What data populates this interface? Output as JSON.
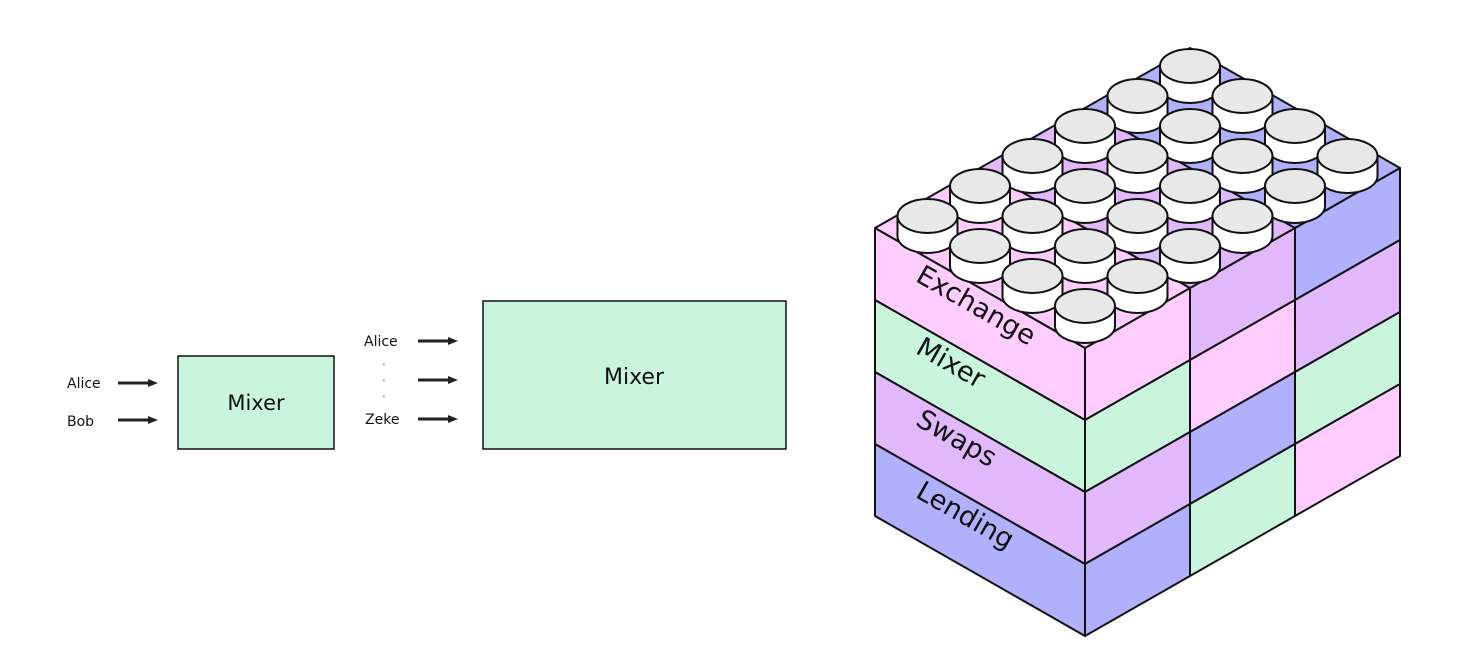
{
  "colors": {
    "mixer_fill": "#c8f5dc",
    "exchange": "#ffccff",
    "mixer": "#c8f5dc",
    "swaps": "#e2b8fd",
    "lending": "#b0b0fd",
    "stud_top": "#e8e8e8",
    "stud_side": "#ffffff",
    "stroke": "#111111"
  },
  "small_mixer": {
    "label": "Mixer",
    "inputs": [
      "Alice",
      "Bob"
    ]
  },
  "large_mixer": {
    "label": "Mixer",
    "inputs": [
      "Alice",
      "⋮",
      "Zeke"
    ]
  },
  "stack": {
    "layers": [
      {
        "label": "Exchange",
        "color_key": "exchange"
      },
      {
        "label": "Mixer",
        "color_key": "mixer"
      },
      {
        "label": "Swaps",
        "color_key": "swaps"
      },
      {
        "label": "Lending",
        "color_key": "lending"
      }
    ],
    "right_columns": [
      [
        "exchange",
        "mixer",
        "swaps",
        "lending"
      ],
      [
        "swaps",
        "exchange",
        "lending",
        "mixer"
      ],
      [
        "lending",
        "swaps",
        "mixer",
        "exchange"
      ]
    ],
    "top_bricks": [
      "exchange",
      "swaps",
      "lending"
    ]
  }
}
